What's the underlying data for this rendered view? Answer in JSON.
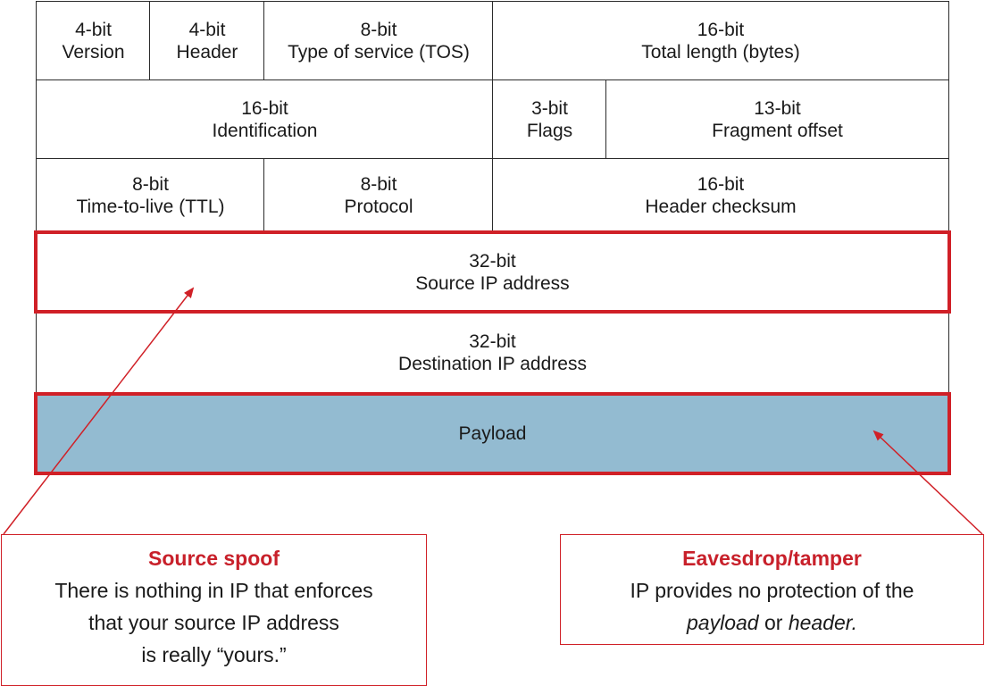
{
  "rows": [
    [
      {
        "name": "version",
        "lines": [
          "4-bit",
          "Version"
        ]
      },
      {
        "name": "header-length",
        "lines": [
          "4-bit",
          "Header"
        ]
      },
      {
        "name": "tos",
        "lines": [
          "8-bit",
          "Type of service (TOS)"
        ]
      },
      {
        "name": "total-length",
        "lines": [
          "16-bit",
          "Total length (bytes)"
        ]
      }
    ],
    [
      {
        "name": "identification",
        "lines": [
          "16-bit",
          "Identification"
        ]
      },
      {
        "name": "flags",
        "lines": [
          "3-bit",
          "Flags"
        ]
      },
      {
        "name": "fragment-offset",
        "lines": [
          "13-bit",
          "Fragment offset"
        ]
      }
    ],
    [
      {
        "name": "ttl",
        "lines": [
          "8-bit",
          "Time-to-live (TTL)"
        ]
      },
      {
        "name": "protocol",
        "lines": [
          "8-bit",
          "Protocol"
        ]
      },
      {
        "name": "header-checksum",
        "lines": [
          "16-bit",
          "Header checksum"
        ]
      }
    ],
    [
      {
        "name": "source-ip",
        "lines": [
          "32-bit",
          "Source IP address"
        ]
      }
    ],
    [
      {
        "name": "destination-ip",
        "lines": [
          "32-bit",
          "Destination IP address"
        ]
      }
    ],
    [
      {
        "name": "payload",
        "lines": [
          "Payload"
        ]
      }
    ]
  ],
  "callouts": {
    "source_spoof": {
      "title": "Source spoof",
      "lines": [
        "There is nothing in IP that enforces",
        "that your source IP address",
        "is really “yours.”"
      ]
    },
    "eavesdrop": {
      "title": "Eavesdrop/tamper",
      "line1": "IP provides no protection of the",
      "line2_em1": "payload",
      "line2_mid": " or ",
      "line2_em2": "header."
    }
  },
  "colors": {
    "highlight": "#d02027",
    "callout_title": "#c8202a",
    "payload_fill": "#93bbd1",
    "border": "#2b2b2b"
  }
}
